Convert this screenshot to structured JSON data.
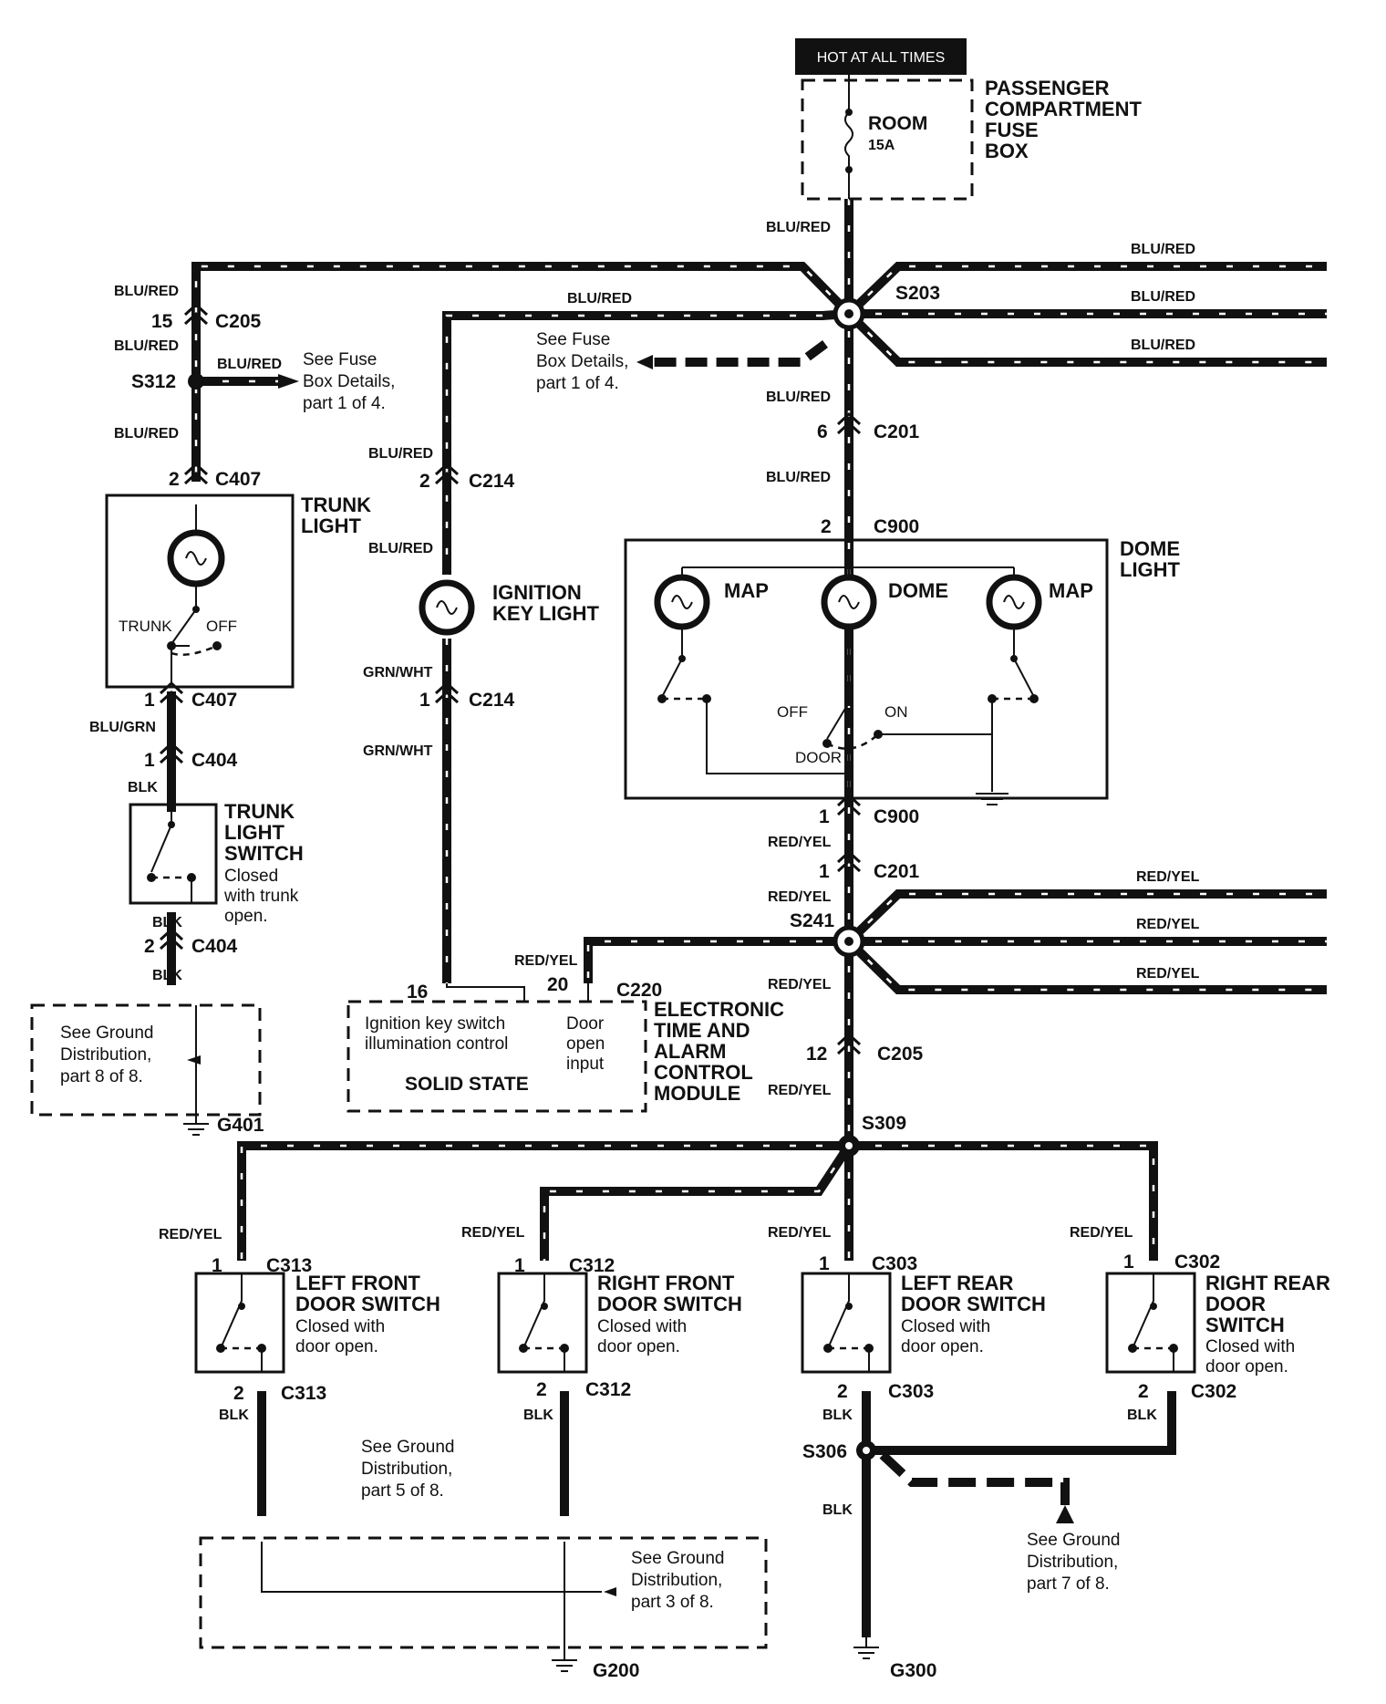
{
  "top_tag": "HOT AT ALL TIMES",
  "fuse": {
    "name": "ROOM",
    "rating": "15A",
    "box_label": [
      "PASSENGER",
      "COMPARTMENT",
      "FUSE",
      "BOX"
    ]
  },
  "wire_labels": {
    "blu_red": "BLU/RED",
    "blu_grn": "BLU/GRN",
    "blk": "BLK",
    "grn_wht": "GRN/WHT",
    "red_yel": "RED/YEL"
  },
  "splices": {
    "s203": "S203",
    "s312": "S312",
    "s241": "S241",
    "s309": "S309",
    "s306": "S306"
  },
  "connectors": {
    "c205": "C205",
    "c407": "C407",
    "c404": "C404",
    "c214": "C214",
    "c201": "C201",
    "c900": "C900",
    "c220": "C220",
    "c313": "C313",
    "c312": "C312",
    "c303": "C303",
    "c302": "C302"
  },
  "pins": {
    "p15": "15",
    "p2": "2",
    "p1": "1",
    "p6": "6",
    "p16": "16",
    "p20": "20",
    "p12": "12"
  },
  "grounds": {
    "g401": "G401",
    "g200": "G200",
    "g300": "G300"
  },
  "notes": {
    "fuse_details_1": [
      "See Fuse",
      "Box Details,",
      "part 1 of 4."
    ],
    "fuse_details_2": [
      "See Fuse",
      "Box Details,",
      "part 1 of 4."
    ],
    "ground_8": [
      "See Ground",
      "Distribution,",
      "part 8 of 8."
    ],
    "ground_5": [
      "See Ground",
      "Distribution,",
      "part 5 of 8."
    ],
    "ground_3": [
      "See Ground",
      "Distribution,",
      "part 3 of 8."
    ],
    "ground_7": [
      "See Ground",
      "Distribution,",
      "part 7 of 8."
    ]
  },
  "components": {
    "trunk_light": {
      "title": [
        "TRUNK",
        "LIGHT"
      ],
      "sw_trunk": "TRUNK",
      "sw_off": "OFF"
    },
    "trunk_light_switch": {
      "title": [
        "TRUNK",
        "LIGHT",
        "SWITCH"
      ],
      "desc": [
        "Closed",
        "with trunk",
        "open."
      ]
    },
    "ignition_key_light": {
      "title": [
        "IGNITION",
        "KEY LIGHT"
      ]
    },
    "dome_light": {
      "title": [
        "DOME",
        "LIGHT"
      ],
      "map": "MAP",
      "dome": "DOME",
      "off": "OFF",
      "on": "ON",
      "door": "DOOR"
    },
    "etacm": {
      "title": [
        "ELECTRONIC",
        "TIME AND",
        "ALARM",
        "CONTROL",
        "MODULE"
      ],
      "ign_ctrl": [
        "Ignition key switch",
        "illumination control"
      ],
      "door_input": [
        "Door",
        "open",
        "input"
      ],
      "solid_state": "SOLID STATE"
    },
    "lf_door": {
      "title": [
        "LEFT FRONT",
        "DOOR SWITCH"
      ],
      "desc": [
        "Closed with",
        "door open."
      ]
    },
    "rf_door": {
      "title": [
        "RIGHT FRONT",
        "DOOR SWITCH"
      ],
      "desc": [
        "Closed with",
        "door open."
      ]
    },
    "lr_door": {
      "title": [
        "LEFT REAR",
        "DOOR SWITCH"
      ],
      "desc": [
        "Closed with",
        "door open."
      ]
    },
    "rr_door": {
      "title": [
        "RIGHT REAR",
        "DOOR",
        "SWITCH"
      ],
      "desc": [
        "Closed with",
        "door open."
      ]
    }
  }
}
